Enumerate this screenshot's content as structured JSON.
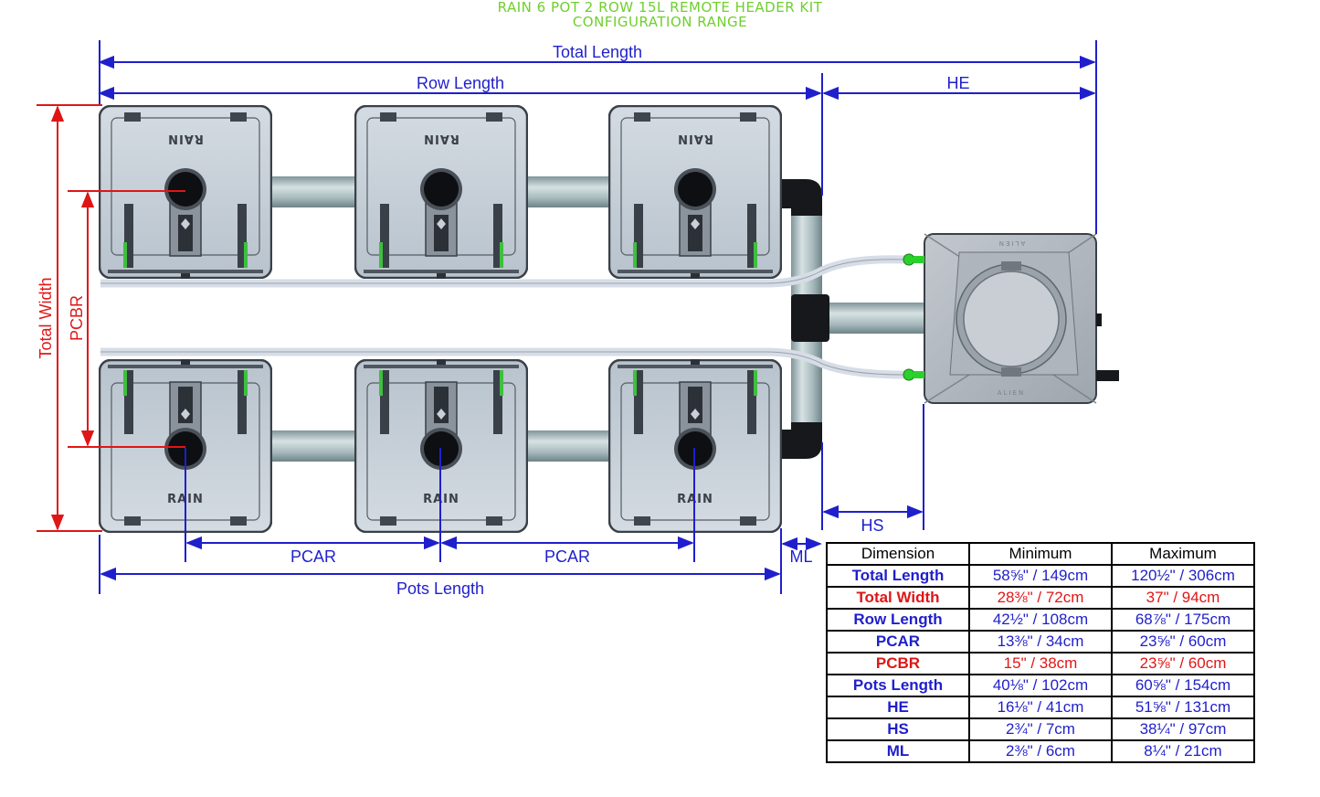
{
  "title": {
    "line1": "RAIN 6 POT 2 ROW 15L REMOTE HEADER KIT",
    "line2": "CONFIGURATION RANGE"
  },
  "colors": {
    "title": "#6fcf2e",
    "blue_dimension": "#1f1fcc",
    "red_dimension": "#e01616",
    "pot_body": "#c9d2db",
    "pipe": "#a8b9bd"
  },
  "dimensions": {
    "total_length": "Total Length",
    "row_length": "Row Length",
    "he": "HE",
    "hs": "HS",
    "ml": "ML",
    "pcar_1": "PCAR",
    "pcar_2": "PCAR",
    "pots_length": "Pots Length",
    "total_width": "Total Width",
    "pcbr": "PCBR"
  },
  "pot_logo": "RAIN",
  "header_logo": "ALIEN",
  "table": {
    "headers": [
      "Dimension",
      "Minimum",
      "Maximum"
    ],
    "rows": [
      {
        "name": "Total Length",
        "min": "58⅝\" / 149cm",
        "max": "120½\" / 306cm",
        "color": "#1f1fcc"
      },
      {
        "name": "Total Width",
        "min": "28⅜\" / 72cm",
        "max": "37\" / 94cm",
        "color": "#e01616"
      },
      {
        "name": "Row Length",
        "min": "42½\" / 108cm",
        "max": "68⅞\" / 175cm",
        "color": "#1f1fcc"
      },
      {
        "name": "PCAR",
        "min": "13⅜\" / 34cm",
        "max": "23⅝\" / 60cm",
        "color": "#1f1fcc"
      },
      {
        "name": "PCBR",
        "min": "15\" / 38cm",
        "max": "23⅝\" / 60cm",
        "color": "#e01616"
      },
      {
        "name": "Pots Length",
        "min": "40⅛\" / 102cm",
        "max": "60⅝\" / 154cm",
        "color": "#1f1fcc"
      },
      {
        "name": "HE",
        "min": "16⅛\" / 41cm",
        "max": "51⅝\" / 131cm",
        "color": "#1f1fcc"
      },
      {
        "name": "HS",
        "min": "2¾\" / 7cm",
        "max": "38¼\" / 97cm",
        "color": "#1f1fcc"
      },
      {
        "name": "ML",
        "min": "2⅜\" / 6cm",
        "max": "8¼\" / 21cm",
        "color": "#1f1fcc"
      }
    ]
  }
}
